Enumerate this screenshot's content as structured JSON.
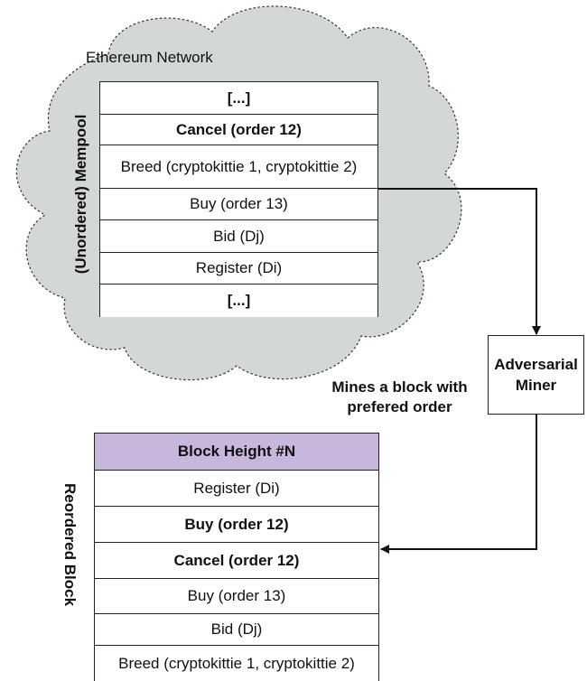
{
  "network": {
    "label": "Ethereum Network",
    "cloud_color": "#d3d7d6"
  },
  "mempool": {
    "label": "(Unordered) Mempool",
    "rows": [
      {
        "text": "[...]",
        "bold": true
      },
      {
        "text": "Cancel (order 12)",
        "bold": true
      },
      {
        "text": "Breed (cryptokittie 1, cryptokittie 2)",
        "bold": false
      },
      {
        "text": "Buy (order 13)",
        "bold": false
      },
      {
        "text": "Bid (Dj)",
        "bold": false
      },
      {
        "text": "Register (Di)",
        "bold": false
      },
      {
        "text": "[...]",
        "bold": true
      }
    ]
  },
  "miner": {
    "line1": "Adversarial",
    "line2": "Miner"
  },
  "action": {
    "line1": "Mines a block with",
    "line2": "prefered order"
  },
  "block": {
    "label": "Reordered Block",
    "header_color": "#c9b6dc",
    "rows": [
      {
        "text": "Block Height #N",
        "bold": true
      },
      {
        "text": "Register (Di)",
        "bold": false
      },
      {
        "text": "Buy (order 12)",
        "bold": true
      },
      {
        "text": "Cancel (order 12)",
        "bold": true
      },
      {
        "text": "Buy (order 13)",
        "bold": false
      },
      {
        "text": "Bid (Dj)",
        "bold": false
      },
      {
        "text": "Breed (cryptokittie 1, cryptokittie 2)",
        "bold": false
      }
    ]
  }
}
